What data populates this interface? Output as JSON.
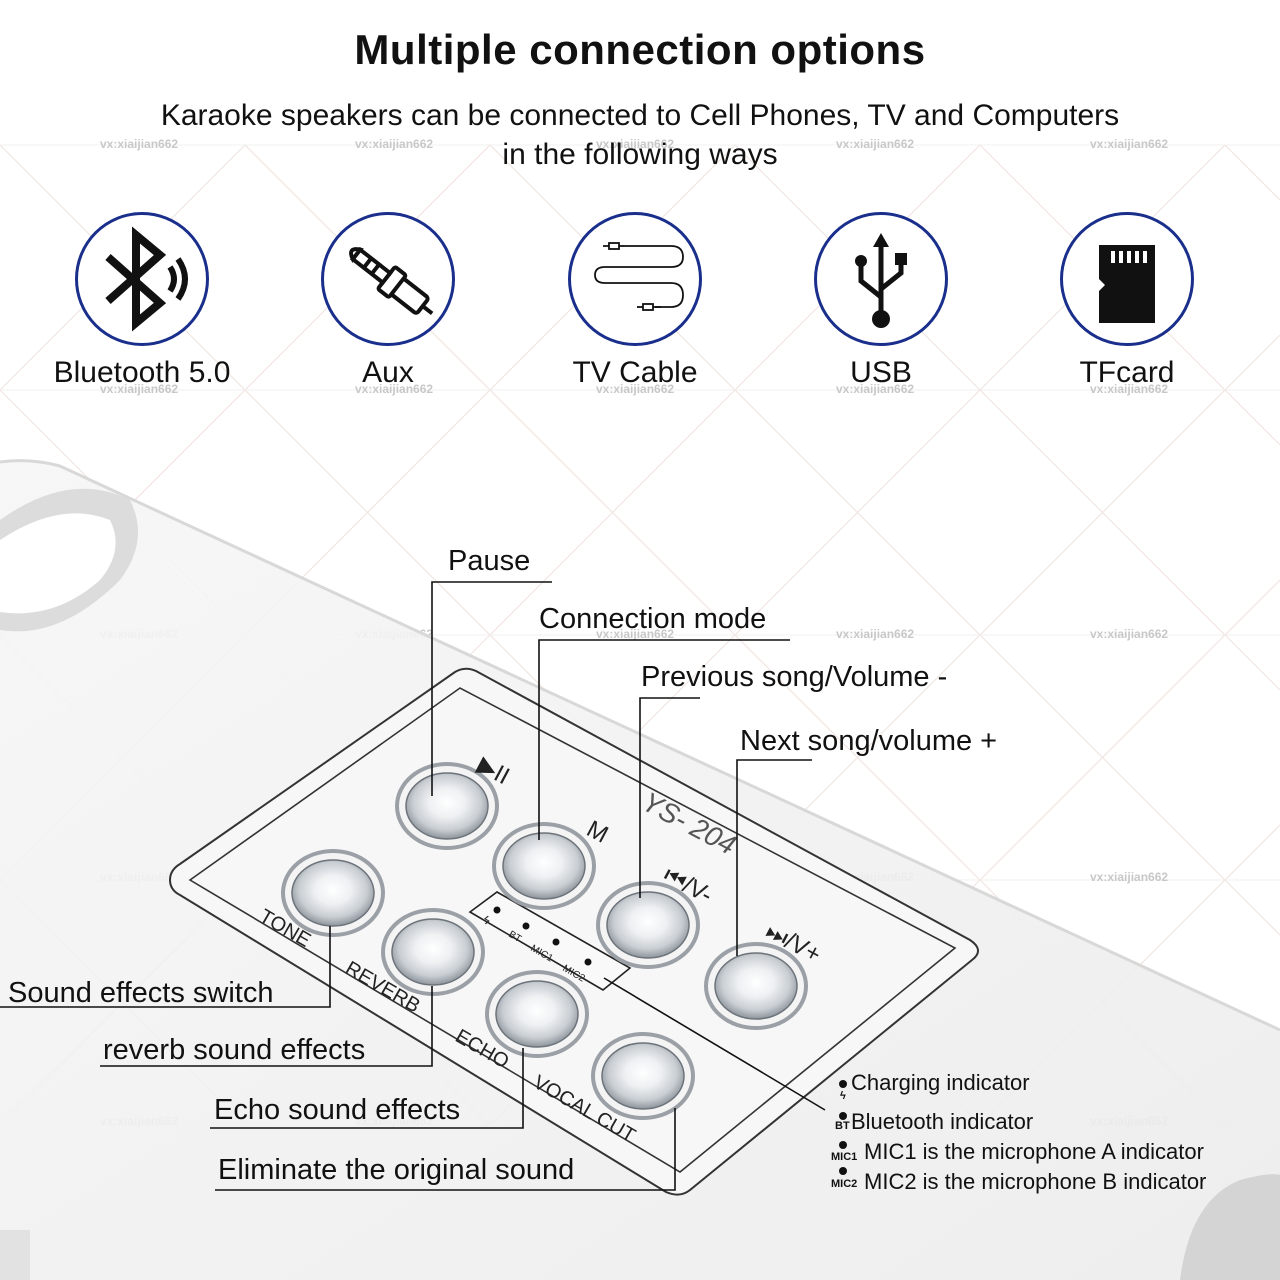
{
  "header": {
    "title": "Multiple connection options",
    "subtitle_line1": "Karaoke speakers can be connected to Cell Phones, TV and Computers",
    "subtitle_line2": "in the following ways"
  },
  "watermark": "vx:xiaijian662",
  "options": [
    {
      "label": "Bluetooth 5.0",
      "icon": "bluetooth-icon"
    },
    {
      "label": "Aux",
      "icon": "aux-plug-icon"
    },
    {
      "label": "TV Cable",
      "icon": "tv-cable-icon"
    },
    {
      "label": "USB",
      "icon": "usb-icon"
    },
    {
      "label": "TFcard",
      "icon": "tf-card-icon"
    }
  ],
  "panel": {
    "model": "YS- 204",
    "button_marks": {
      "play_pause": "▶II",
      "mode": "M",
      "prev": "⏮/V-",
      "next": "⏭/V+",
      "tone": "TONE",
      "reverb": "REVERB",
      "echo": "ECHO",
      "vocal_cut": "VOCAL CUT"
    },
    "led_marks": {
      "charge": "ϟ",
      "bt": "BT",
      "mic1": "MIC1",
      "mic2": "MIC2"
    }
  },
  "callouts": {
    "pause": "Pause",
    "connection_mode": "Connection mode",
    "previous": "Previous song/Volume -",
    "next": "Next song/volume +",
    "sound_effects": "Sound effects switch",
    "reverb": "reverb sound effects",
    "echo": "Echo sound effects",
    "eliminate": "Eliminate the original sound"
  },
  "indicators": [
    {
      "sub": "ϟ",
      "text": "Charging indicator"
    },
    {
      "sub": "BT",
      "text": "Bluetooth indicator"
    },
    {
      "sub": "MIC1",
      "text": "MIC1 is the microphone A indicator"
    },
    {
      "sub": "MIC2",
      "text": "MIC2 is the microphone B indicator"
    }
  ],
  "colors": {
    "accent_ring": "#1a2f8c",
    "text": "#111111",
    "watermark": "#c8c8c8"
  }
}
